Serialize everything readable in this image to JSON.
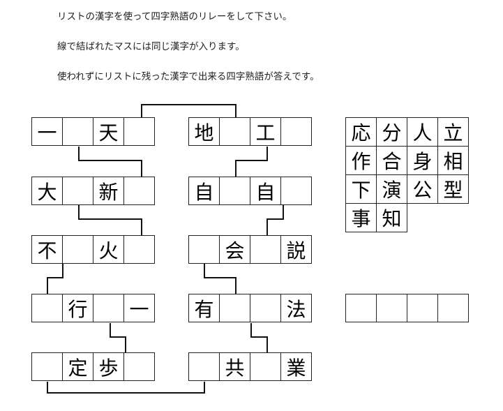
{
  "instructions": [
    "リストの漢字を使って四字熟語のリレーをして下さい。",
    "線で結ばれたマスには同じ漢字が入ります。",
    "使われずにリストに残った漢字で出来る四字熟語が答えです。"
  ],
  "left_column": [
    [
      "一",
      "",
      "天",
      ""
    ],
    [
      "大",
      "",
      "新",
      ""
    ],
    [
      "不",
      "",
      "火",
      ""
    ],
    [
      "",
      "行",
      "",
      "一"
    ],
    [
      "",
      "定",
      "歩",
      ""
    ]
  ],
  "right_column": [
    [
      "地",
      "",
      "工",
      ""
    ],
    [
      "自",
      "",
      "自",
      ""
    ],
    [
      "",
      "会",
      "",
      "説"
    ],
    [
      "有",
      "",
      "",
      "法"
    ],
    [
      "",
      "共",
      "",
      "業"
    ]
  ],
  "kanji_list": [
    [
      "応",
      "分",
      "人",
      "立"
    ],
    [
      "作",
      "合",
      "身",
      "相"
    ],
    [
      "下",
      "演",
      "公",
      "型"
    ],
    [
      "事",
      "知"
    ]
  ],
  "answer": [
    "",
    "",
    "",
    ""
  ]
}
